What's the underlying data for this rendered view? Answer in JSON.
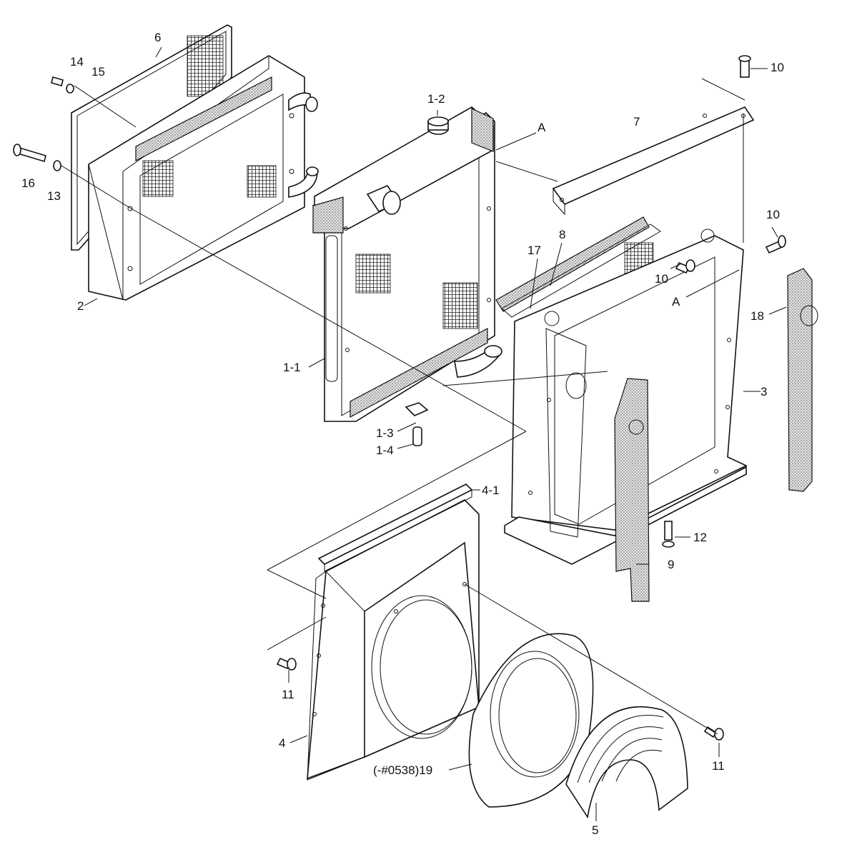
{
  "labels": {
    "p1_1": "1-1",
    "p1_2": "1-2",
    "p1_3": "1-3",
    "p1_4": "1-4",
    "p2": "2",
    "p3": "3",
    "p4": "4",
    "p4_1": "4-1",
    "p5": "5",
    "p6": "6",
    "p7": "7",
    "p8": "8",
    "p9": "9",
    "p10a": "10",
    "p10b": "10",
    "p10c": "10",
    "p11a": "11",
    "p11b": "11",
    "p12": "12",
    "p13": "13",
    "p14": "14",
    "p15": "15",
    "p16": "16",
    "p17": "17",
    "p18": "18",
    "p19": "(-#0538)19",
    "refA1": "A",
    "refA2": "A"
  }
}
